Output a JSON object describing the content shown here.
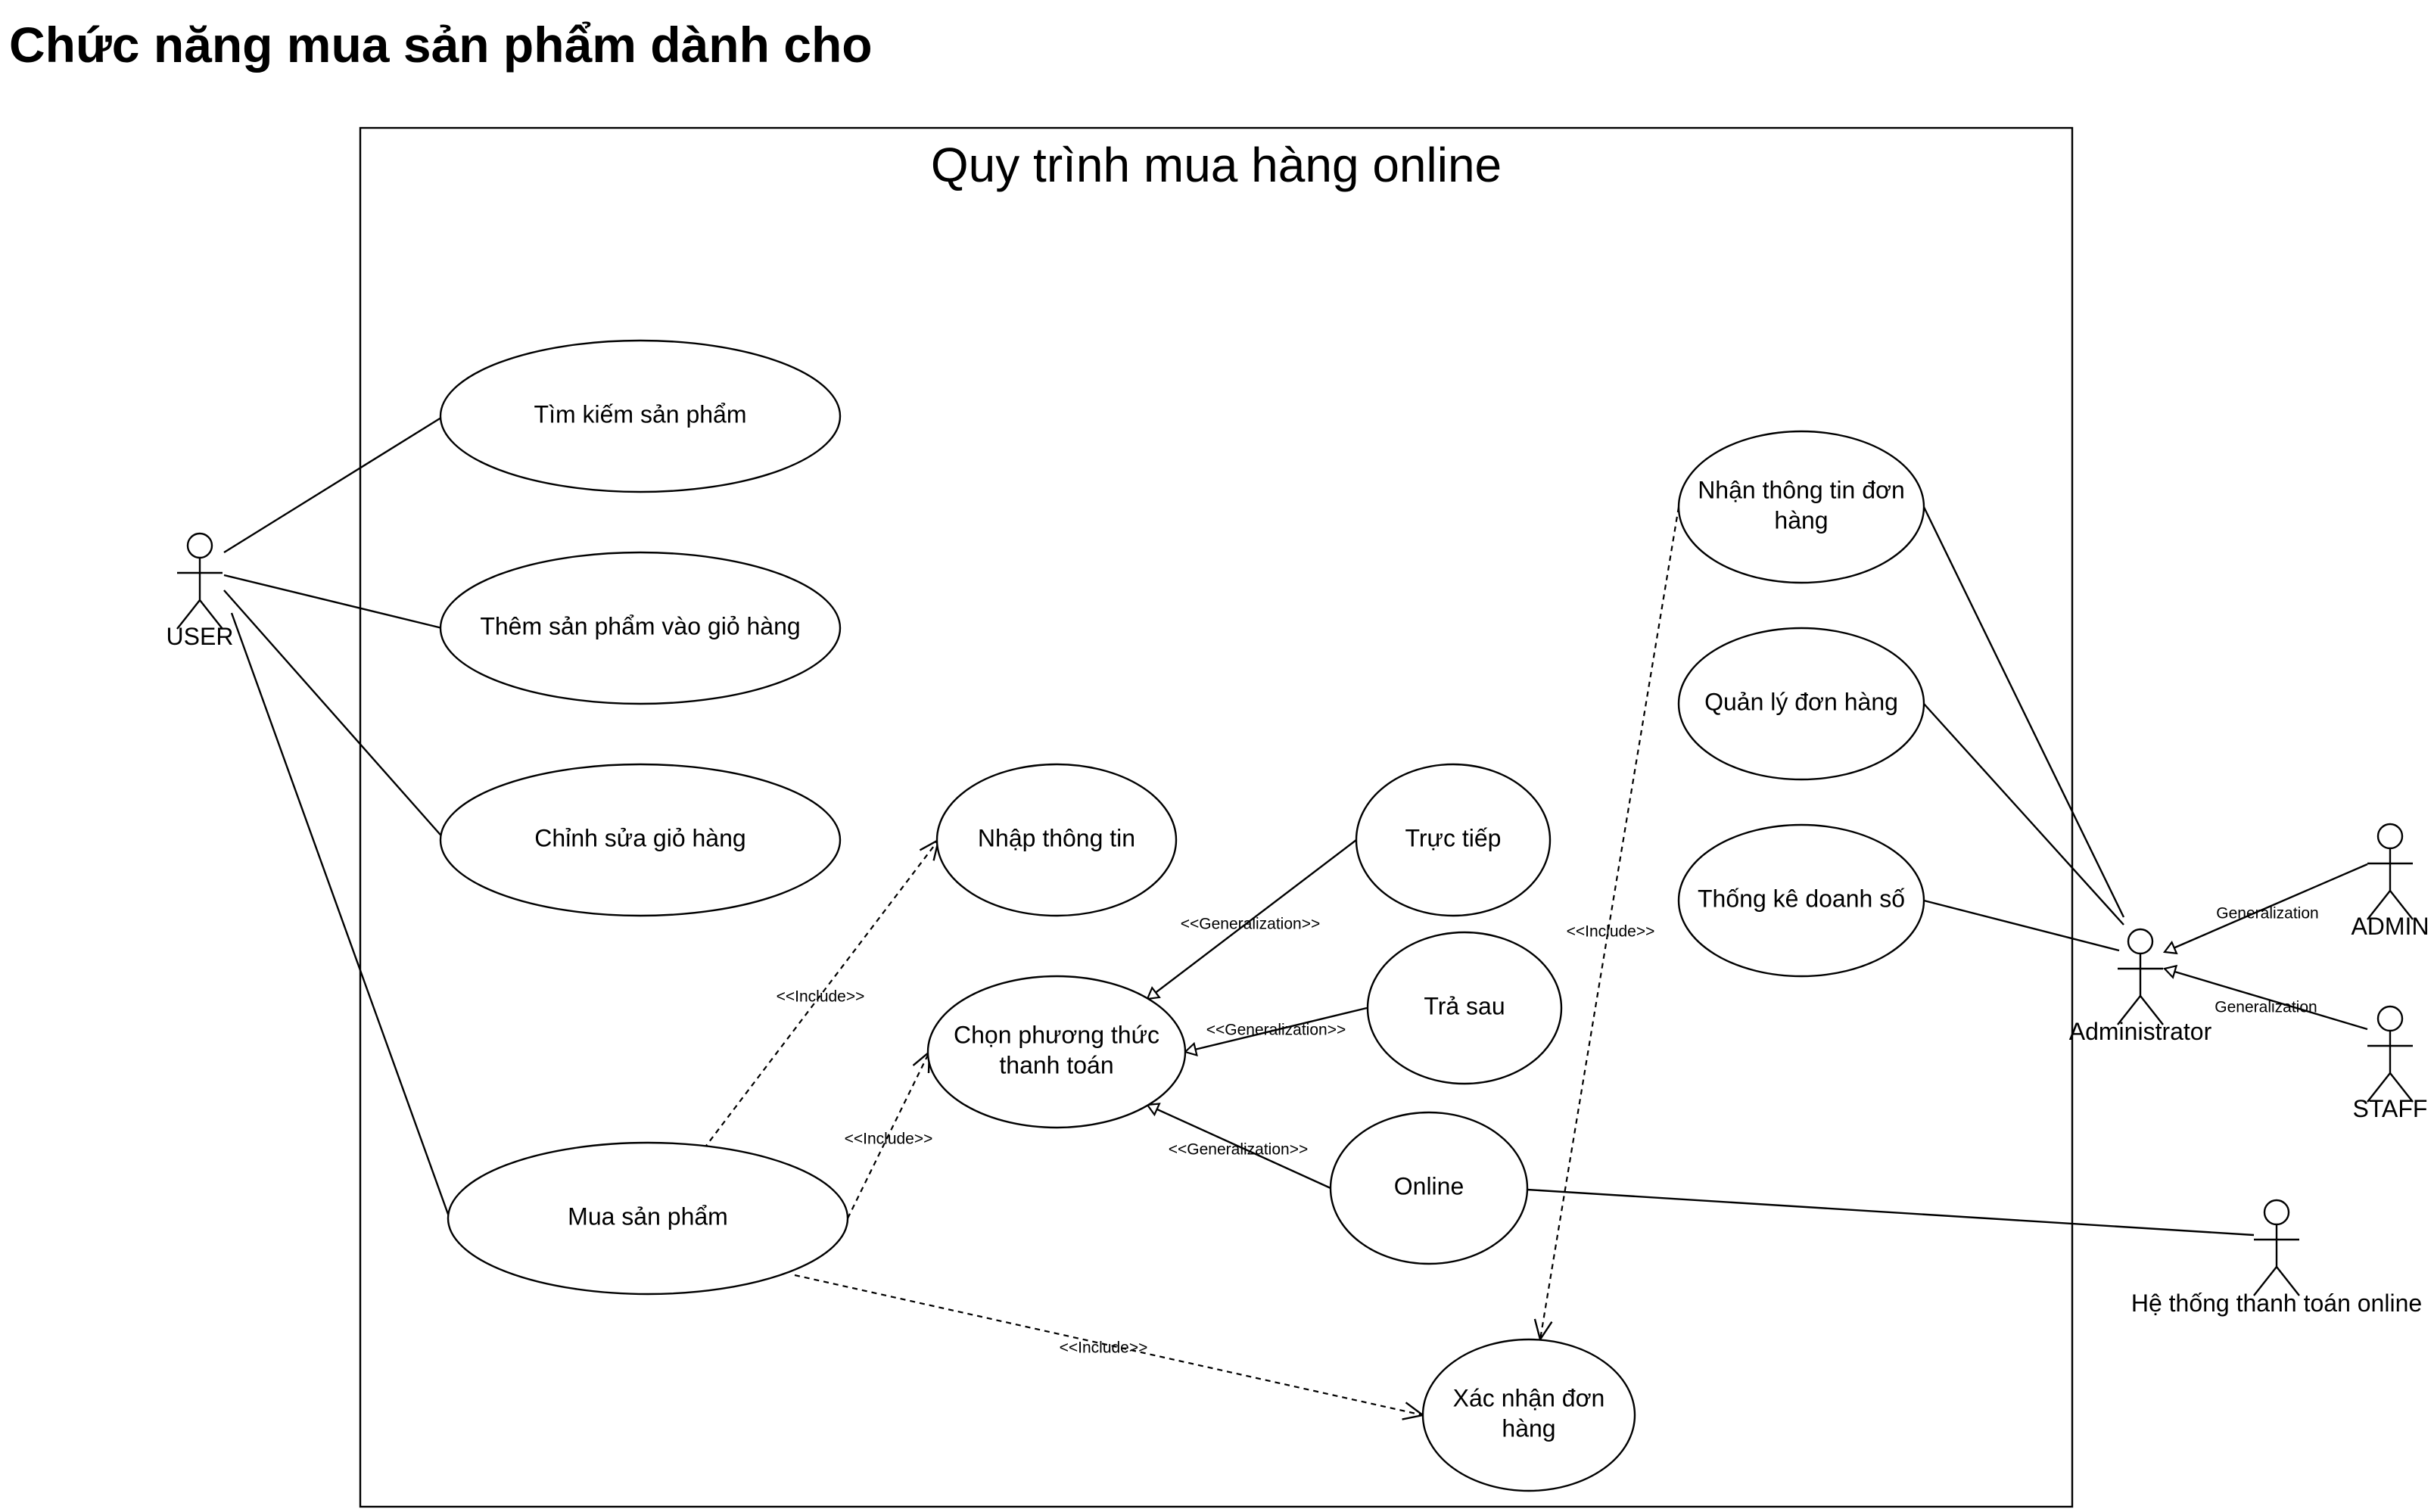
{
  "page_title": "Chức năng mua sản phẩm dành cho",
  "system_boundary": {
    "title": "Quy trình mua hàng online"
  },
  "actors": [
    {
      "id": "user",
      "label": "USER"
    },
    {
      "id": "administrator",
      "label": "Administrator"
    },
    {
      "id": "admin",
      "label": "ADMIN"
    },
    {
      "id": "staff",
      "label": "STAFF"
    },
    {
      "id": "payment",
      "label": "Hệ thống thanh toán online"
    }
  ],
  "use_cases": [
    {
      "id": "tim-kiem",
      "lines": [
        "Tìm kiếm sản phẩm"
      ]
    },
    {
      "id": "them-gio",
      "lines": [
        "Thêm sản phẩm vào giỏ hàng"
      ]
    },
    {
      "id": "chinh-sua",
      "lines": [
        "Chỉnh sửa giỏ hàng"
      ]
    },
    {
      "id": "mua",
      "lines": [
        "Mua sản phẩm"
      ]
    },
    {
      "id": "nhap-tt",
      "lines": [
        "Nhập thông tin"
      ]
    },
    {
      "id": "chon-pt",
      "lines": [
        "Chọn phương thức",
        "thanh toán"
      ]
    },
    {
      "id": "truc-tiep",
      "lines": [
        "Trực tiếp"
      ]
    },
    {
      "id": "tra-sau",
      "lines": [
        "Trả sau"
      ]
    },
    {
      "id": "online",
      "lines": [
        "Online"
      ]
    },
    {
      "id": "xac-nhan",
      "lines": [
        "Xác nhận đơn",
        "hàng"
      ]
    },
    {
      "id": "nhan-tt",
      "lines": [
        "Nhận thông tin đơn",
        "hàng"
      ]
    },
    {
      "id": "quan-ly",
      "lines": [
        "Quản lý đơn hàng"
      ]
    },
    {
      "id": "thong-ke",
      "lines": [
        "Thống kê doanh số"
      ]
    }
  ],
  "relationships": [
    {
      "id": "user-tim",
      "from": "user",
      "to": "tim-kiem",
      "kind": "association",
      "label": ""
    },
    {
      "id": "user-them",
      "from": "user",
      "to": "them-gio",
      "kind": "association",
      "label": ""
    },
    {
      "id": "user-chinh",
      "from": "user",
      "to": "chinh-sua",
      "kind": "association",
      "label": ""
    },
    {
      "id": "user-mua",
      "from": "user",
      "to": "mua",
      "kind": "association",
      "label": ""
    },
    {
      "id": "mua-nhap",
      "from": "mua",
      "to": "nhap-tt",
      "kind": "include",
      "label": "<<Include>>"
    },
    {
      "id": "mua-chon",
      "from": "mua",
      "to": "chon-pt",
      "kind": "include",
      "label": "<<Include>>"
    },
    {
      "id": "mua-xac",
      "from": "mua",
      "to": "xac-nhan",
      "kind": "include",
      "label": "<<Include>>"
    },
    {
      "id": "nhan-xac",
      "from": "nhan-tt",
      "to": "xac-nhan",
      "kind": "include",
      "label": "<<Include>>"
    },
    {
      "id": "truc-chon",
      "from": "truc-tiep",
      "to": "chon-pt",
      "kind": "generalization",
      "label": "<<Generalization>>"
    },
    {
      "id": "tra-chon",
      "from": "tra-sau",
      "to": "chon-pt",
      "kind": "generalization",
      "label": "<<Generalization>>"
    },
    {
      "id": "online-chon",
      "from": "online",
      "to": "chon-pt",
      "kind": "generalization",
      "label": "<<Generalization>>"
    },
    {
      "id": "online-payment",
      "from": "online",
      "to": "payment",
      "kind": "association",
      "label": ""
    },
    {
      "id": "admin-nhan",
      "from": "administrator",
      "to": "nhan-tt",
      "kind": "association",
      "label": ""
    },
    {
      "id": "admin-quan",
      "from": "administrator",
      "to": "quan-ly",
      "kind": "association",
      "label": ""
    },
    {
      "id": "admin-thong",
      "from": "administrator",
      "to": "thong-ke",
      "kind": "association",
      "label": ""
    },
    {
      "id": "adminrole-gen",
      "from": "admin",
      "to": "administrator",
      "kind": "generalization",
      "label": "Generalization"
    },
    {
      "id": "staff-gen",
      "from": "staff",
      "to": "administrator",
      "kind": "generalization",
      "label": "Generalization"
    }
  ]
}
